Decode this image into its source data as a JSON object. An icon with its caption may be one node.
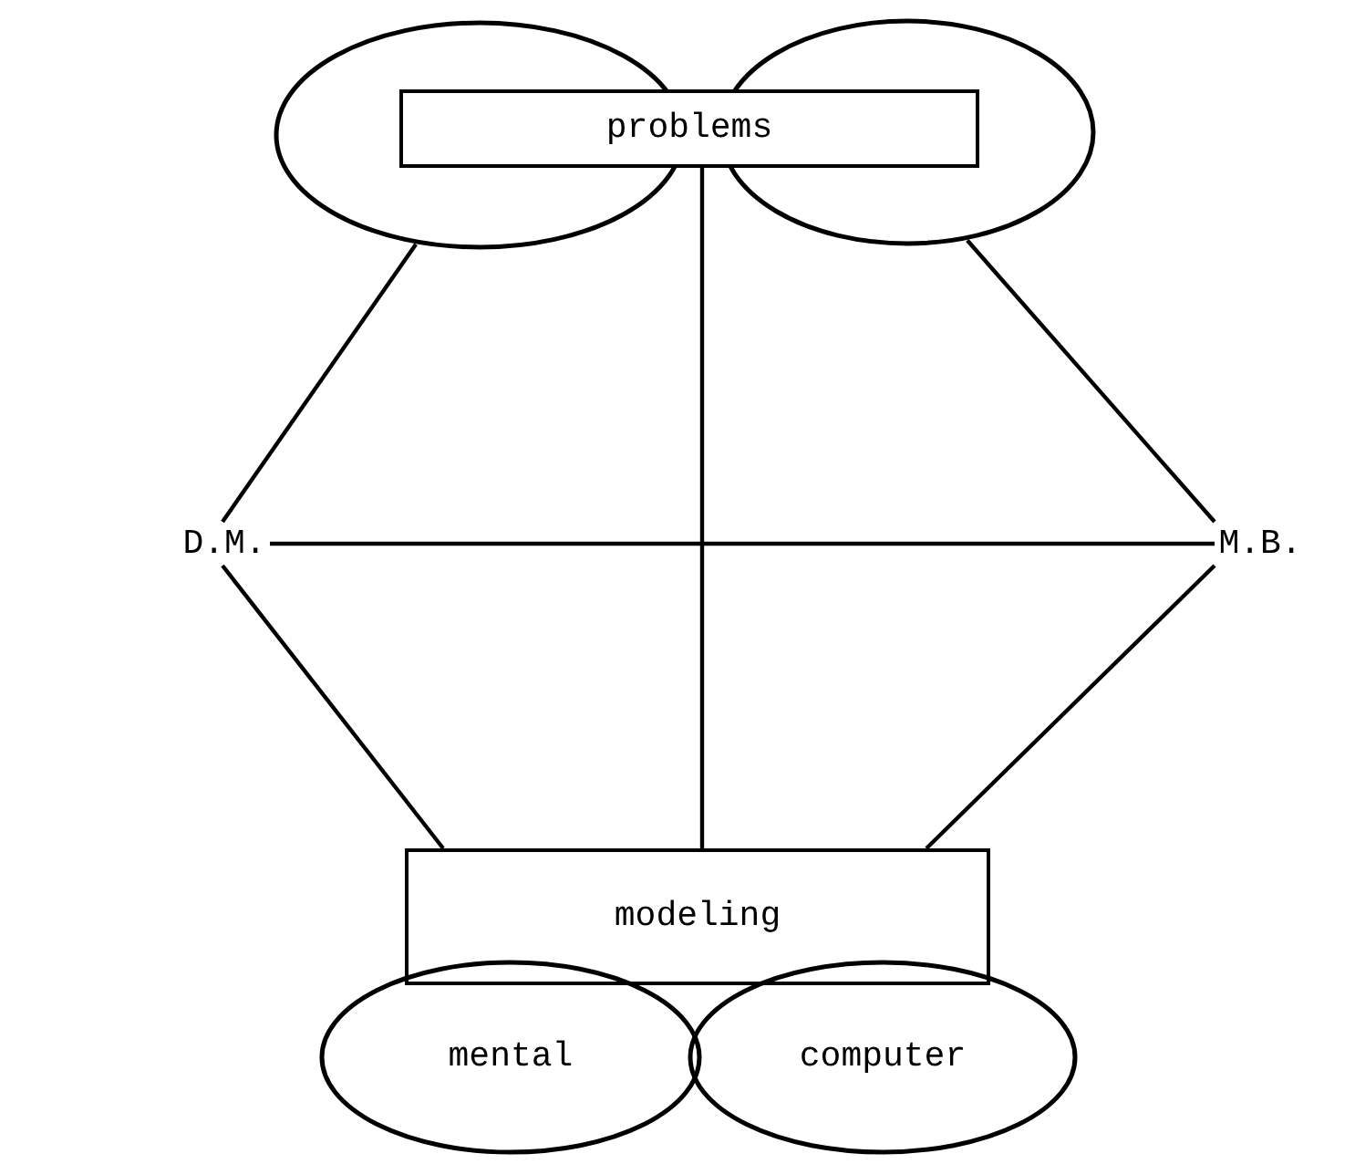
{
  "diagram": {
    "nodes": [
      {
        "text": [],
        "shape": "ellipse"
      },
      {
        "text": [],
        "shape": "ellipse"
      },
      {
        "text": [
          "problems"
        ]
      },
      {
        "text": [
          "modeling"
        ]
      },
      {
        "text": [
          "mental"
        ]
      },
      {
        "text": [
          "computer"
        ]
      },
      {
        "text": [
          "D.M."
        ]
      },
      {
        "text": [
          "M.B."
        ]
      }
    ],
    "edges": [
      {
        "from": 6,
        "to": 0,
        "arrow": "none"
      },
      {
        "from": 6,
        "to": 3,
        "arrow": "none"
      },
      {
        "from": 7,
        "to": 1,
        "arrow": "none"
      },
      {
        "from": 7,
        "to": 3,
        "arrow": "none"
      },
      {
        "from": 2,
        "to": 3,
        "arrow": "none"
      },
      {
        "from": 6,
        "to": 7,
        "arrow": "none"
      }
    ]
  }
}
